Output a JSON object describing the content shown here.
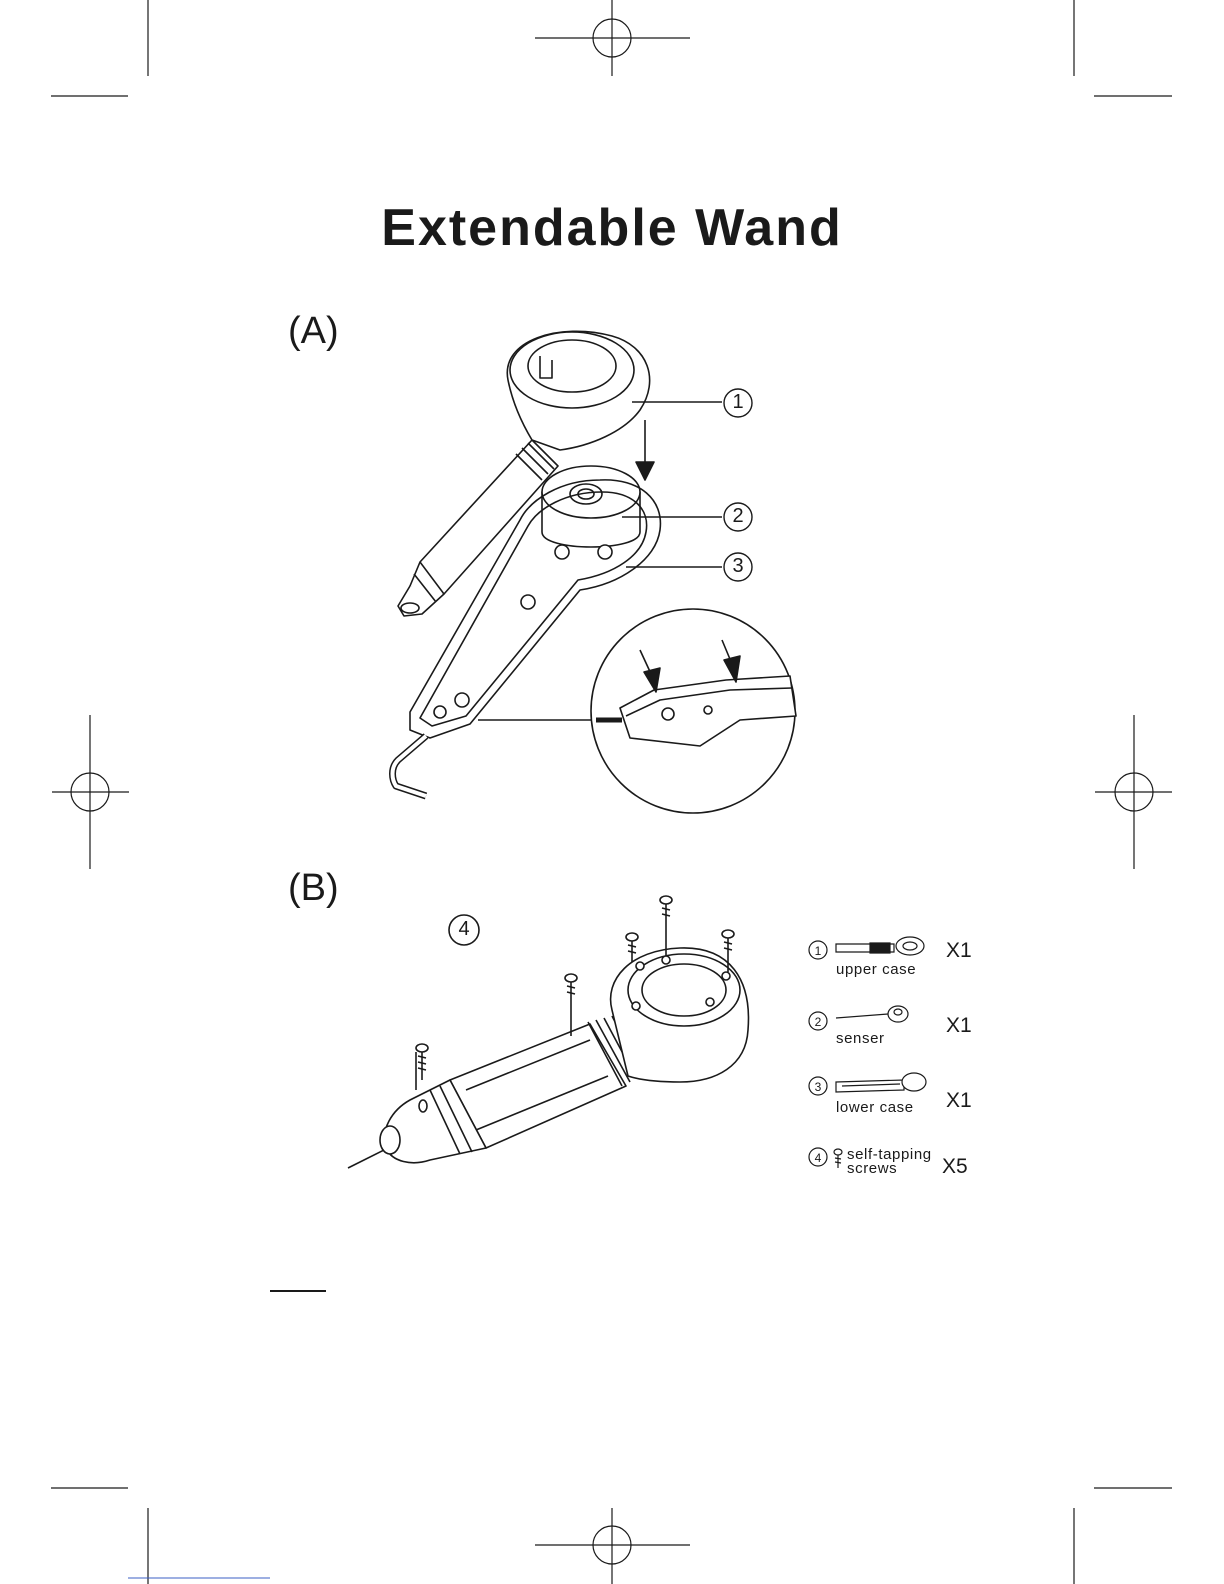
{
  "title": "Extendable Wand",
  "sections": {
    "a_label": "(A)",
    "b_label": "(B)"
  },
  "callouts": [
    "1",
    "2",
    "3",
    "4"
  ],
  "parts": [
    {
      "num": "1",
      "name": "upper case",
      "qty": "X1"
    },
    {
      "num": "2",
      "name": "senser",
      "qty": "X1"
    },
    {
      "num": "3",
      "name": "lower case",
      "qty": "X1"
    },
    {
      "num": "4",
      "name_line1": "self-tapping",
      "name_line2": "screws",
      "qty": "X5"
    }
  ],
  "colors": {
    "ink": "#1a1a1a",
    "underline_link": "#3b5fc6"
  }
}
